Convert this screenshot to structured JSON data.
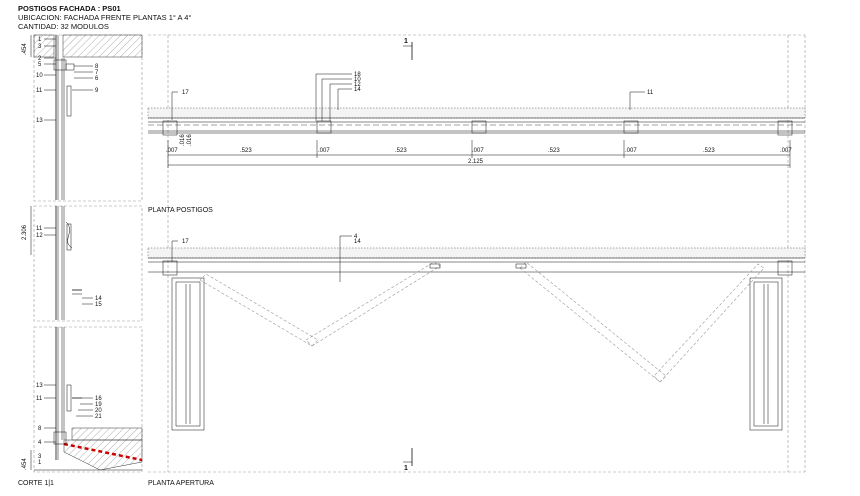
{
  "header": {
    "title": "POSTIGOS FACHADA : PS01",
    "location": "UBICACION: FACHADA FRENTE  PLANTAS 1° A 4°",
    "quantity": "CANTIDAD: 32 MODULOS"
  },
  "views": {
    "plan_postigos": "PLANTA POSTIGOS",
    "plan_apertura": "PLANTA APERTURA",
    "section": "CORTE 1|1"
  },
  "section_marks": {
    "top": "1",
    "bottom": "1"
  },
  "plan_callouts": {
    "top_group": [
      "18",
      "10",
      "12",
      "14"
    ],
    "left": "17",
    "right": "11",
    "apertura_left": "17",
    "apertura_group": [
      "4",
      "14"
    ]
  },
  "dimensions": {
    "segments": [
      ".007",
      ".523",
      ".007",
      ".523",
      ".007",
      ".523",
      ".007",
      ".523",
      ".007"
    ],
    "total": "2.125",
    "vertical_small": ".016",
    "vertical_small2": ".016",
    "section_top": ".454",
    "section_mid": "2.306",
    "section_bottom": ".454"
  },
  "section_callouts": {
    "top_left": [
      "1",
      "3",
      "2",
      "5",
      "10",
      "11",
      "13"
    ],
    "top_right": [
      "8",
      "7",
      "6",
      "9"
    ],
    "mid_left": [
      "11",
      "12"
    ],
    "mid_right": [
      "14",
      "15"
    ],
    "low_left": [
      "13",
      "11",
      "8",
      "4",
      "3",
      "1"
    ],
    "low_right": [
      "16",
      "19",
      "20",
      "21"
    ]
  }
}
